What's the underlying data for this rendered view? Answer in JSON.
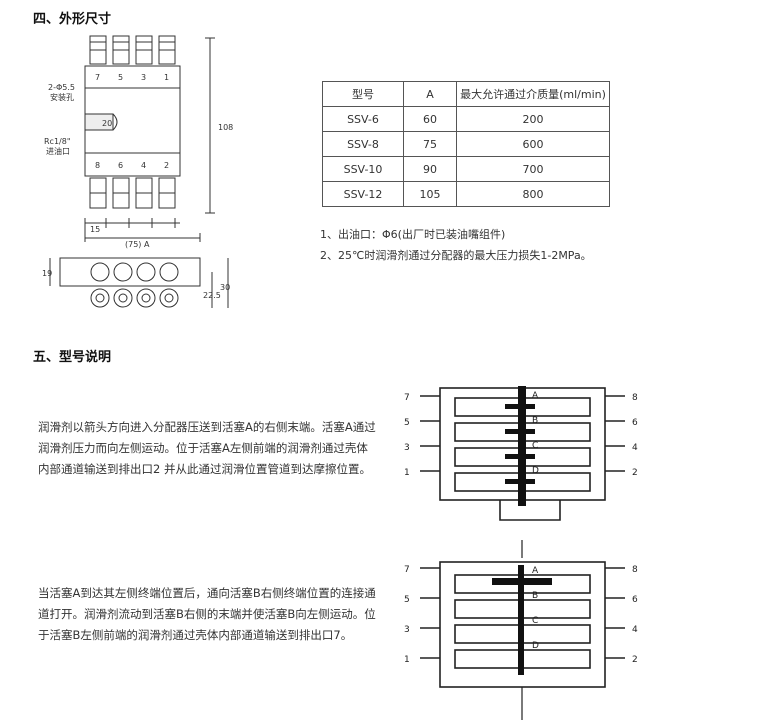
{
  "section4": {
    "heading": "四、外形尺寸",
    "drawing": {
      "hole_label": "2-Φ5.5",
      "hole_sub": "安装孔",
      "inlet_label": "Rc1/8\"",
      "inlet_sub": "进油口",
      "dim_108": "108",
      "dim_20": "20",
      "dim_15": "15",
      "dim_A": "(75) A",
      "dim_19": "19",
      "dim_225": "22.5",
      "dim_30": "30",
      "top_numbers": [
        "7",
        "5",
        "3",
        "1"
      ],
      "bottom_numbers": [
        "8",
        "6",
        "4",
        "2"
      ]
    },
    "table": {
      "headers": [
        "型号",
        "A",
        "最大允许通过介质量(ml/min)"
      ],
      "rows": [
        [
          "SSV-6",
          "60",
          "200"
        ],
        [
          "SSV-8",
          "75",
          "600"
        ],
        [
          "SSV-10",
          "90",
          "700"
        ],
        [
          "SSV-12",
          "105",
          "800"
        ]
      ]
    },
    "notes": [
      "1、出油口：Φ6(出厂时已装油嘴组件)",
      "2、25℃时润滑剂通过分配器的最大压力损失1-2MPa。"
    ]
  },
  "section5": {
    "heading": "五、型号说明",
    "paragraph1": [
      "润滑剂以箭头方向进入分配器压送到活塞A的右侧末端。活塞A通过",
      "润滑剂压力而向左侧运动。位于活塞A左侧前端的润滑剂通过壳体",
      "内部通道输送到排出口2 并从此通过润滑位置管道到达摩擦位置。"
    ],
    "paragraph2": [
      "当活塞A到达其左侧终端位置后，通向活塞B右侧终端位置的连接通",
      "道打开。润滑剂流动到活塞B右侧的末端并使活塞B向左侧运动。位",
      "于活塞B左侧前端的润滑剂通过壳体内部通道输送到排出口7。"
    ],
    "diagram_outlets_left": [
      "7",
      "5",
      "3",
      "1"
    ],
    "diagram_outlets_right": [
      "8",
      "6",
      "4",
      "2"
    ],
    "diagram_pistons": [
      "A",
      "B",
      "C",
      "D"
    ]
  }
}
